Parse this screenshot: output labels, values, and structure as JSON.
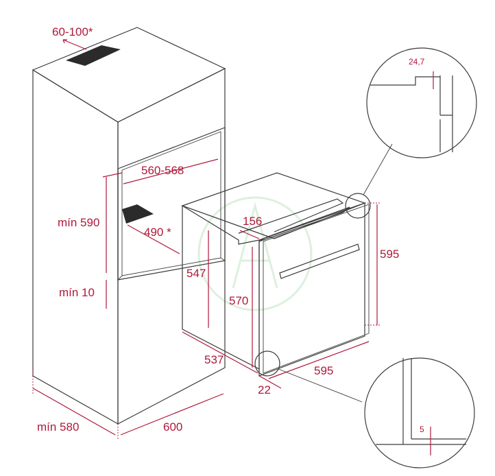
{
  "colors": {
    "dimension": "#b0183a",
    "outline": "#3a3a3a",
    "fill_dark": "#2b2b2b"
  },
  "labels": {
    "vent_gap": "60-100*",
    "niche_width": "560-568",
    "niche_height": "mín 590",
    "niche_bottom": "mín 10",
    "niche_depth": "490 *",
    "cabinet_depth": "mín 580",
    "cabinet_width": "600",
    "oven_top_depth": "156",
    "oven_body_height": "547",
    "oven_front_height": "570",
    "oven_total_height": "595",
    "oven_depth": "537",
    "oven_width": "595",
    "oven_bottom_offset": "22",
    "detail_top": "24,7",
    "detail_bottom": "5"
  }
}
